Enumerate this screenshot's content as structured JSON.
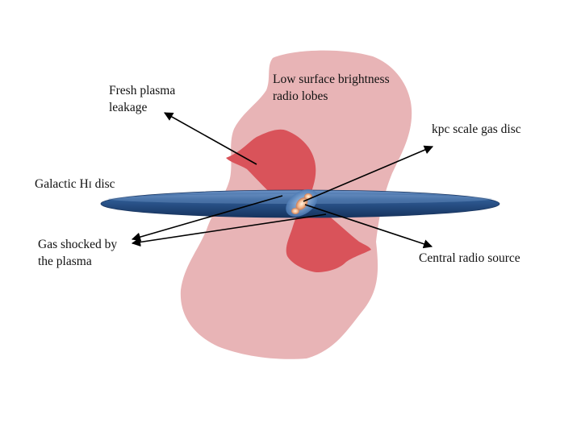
{
  "labels": {
    "fresh_plasma": [
      "Fresh plasma",
      "leakage"
    ],
    "low_surface": [
      "Low surface brightness",
      "radio lobes"
    ],
    "kpc_disc": "kpc scale gas disc",
    "galactic_disc_prefix": "Galactic H",
    "galactic_disc_suffix": "I",
    "galactic_disc_rest": " disc",
    "gas_shocked": [
      "Gas shocked by",
      "the plasma"
    ],
    "central_source": "Central radio source"
  },
  "colors": {
    "outer_lobe": "#e8b4b6",
    "inner_lobe": "#d9535a",
    "disc_dark": "#1f4070",
    "disc_light": "#5a86c0",
    "core": "#f0b08a",
    "arrow": "#000000"
  }
}
